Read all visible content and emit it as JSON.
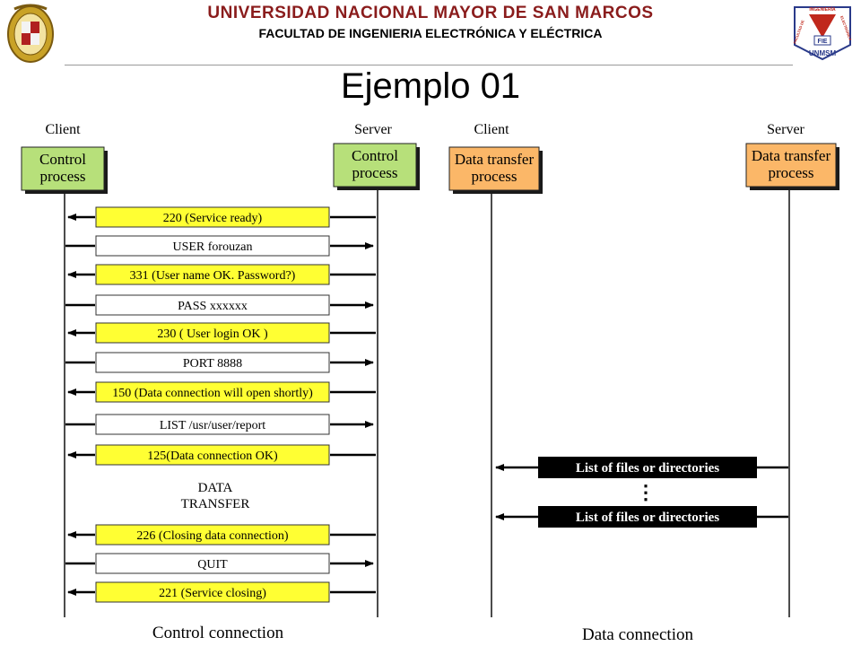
{
  "header": {
    "university": "UNIVERSIDAD NACIONAL MAYOR DE SAN MARCOS",
    "faculty": "FACULTAD DE INGENIERIA ELECTRÓNICA Y ELÉCTRICA",
    "logo_right_text": {
      "ingenieria": "INGENIERÍA",
      "electronica": "ELECTRÓNICA",
      "facultad": "FACULTAD DE",
      "fie": "FIE",
      "unmsm": "UNMSM"
    }
  },
  "slide_title": "Ejemplo 01",
  "control": {
    "client_label": "Client",
    "server_label": "Server",
    "client_box": [
      "Control",
      "process"
    ],
    "server_box": [
      "Control",
      "process"
    ],
    "messages": [
      {
        "text": "220  (Service ready)",
        "dir": "to-client",
        "highlight": true
      },
      {
        "text": "USER    forouzan",
        "dir": "to-server",
        "highlight": false
      },
      {
        "text": "331 (User name OK. Password?)",
        "dir": "to-client",
        "highlight": true
      },
      {
        "text": "PASS  xxxxxx",
        "dir": "to-server",
        "highlight": false
      },
      {
        "text": "230 ( User login OK    )",
        "dir": "to-client",
        "highlight": true
      },
      {
        "text": "PORT 8888",
        "dir": "to-server",
        "highlight": false
      },
      {
        "text": "150 (Data connection will open shortly)",
        "dir": "to-client",
        "highlight": true
      },
      {
        "text": "LIST /usr/user/report",
        "dir": "to-server",
        "highlight": false
      },
      {
        "text": "125(Data connection OK)",
        "dir": "to-client",
        "highlight": true
      },
      {
        "text": "226 (Closing data  connection)",
        "dir": "to-client",
        "highlight": true
      },
      {
        "text": "QUIT",
        "dir": "to-server",
        "highlight": false
      },
      {
        "text": "221 (Service closing)",
        "dir": "to-client",
        "highlight": true
      }
    ],
    "data_transfer": [
      "DATA",
      "TRANSFER"
    ],
    "caption": "Control connection"
  },
  "data": {
    "client_label": "Client",
    "server_label": "Server",
    "client_box": [
      "Data transfer",
      "process"
    ],
    "server_box": [
      "Data transfer",
      "process"
    ],
    "messages": [
      {
        "text": "List of files or directories"
      },
      {
        "text": "List of files or directories"
      }
    ],
    "ellipsis": "⋮",
    "caption": "Data connection"
  },
  "colors": {
    "university_red": "#8a1c1c",
    "control_box": "#b7e07a",
    "data_box": "#fbb768",
    "highlight": "#ffff33",
    "dark_bar": "#000000"
  }
}
